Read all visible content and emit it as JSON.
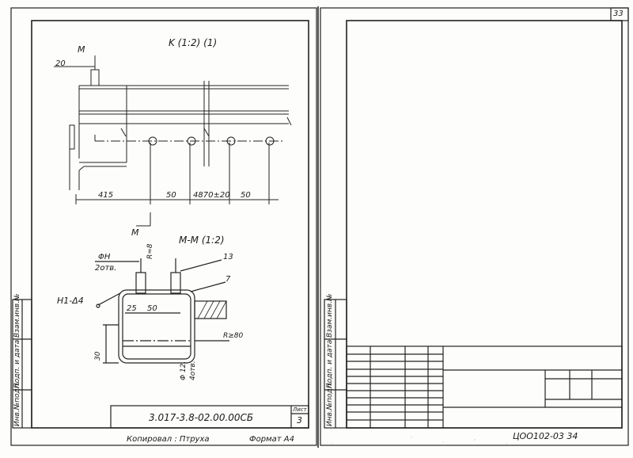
{
  "sheet_number": "33",
  "left_sheet": {
    "view_k_title": "K (1:2) (1)",
    "view_m_marker_top": "M",
    "view_m_marker_bottom": "M",
    "section_title": "M-M (1:2)",
    "dims": {
      "d20": "20",
      "d415": "415",
      "d50a": "50",
      "d4870": "4870±20",
      "d50b": "50",
      "d25": "25",
      "d50c": "50",
      "d30": "30",
      "hole": "ΦН",
      "holes_count": "2отв.",
      "r8": "R≈8",
      "rad": "R≥80",
      "phi12": "Φ 12,",
      "phi12_holes": "4отв.",
      "pos13": "13",
      "pos7": "7",
      "weld": "H1-Δ4"
    },
    "title_block": {
      "designation": "3.017-3.8-02.00.00СБ",
      "sheet_label": "Лист",
      "sheet_value": "3"
    },
    "side_strip": [
      "Инв.№подл.",
      "Подп. и дата",
      "Взам.инв.№"
    ]
  },
  "right_sheet": {
    "side_strip": [
      "Инв.№подл.",
      "Подп. и дата",
      "Взам.инв.№"
    ]
  },
  "footer": {
    "copied": "Копировал : Птруха",
    "format": "Формат А4",
    "stamp": "ЦОО102-03 34"
  }
}
